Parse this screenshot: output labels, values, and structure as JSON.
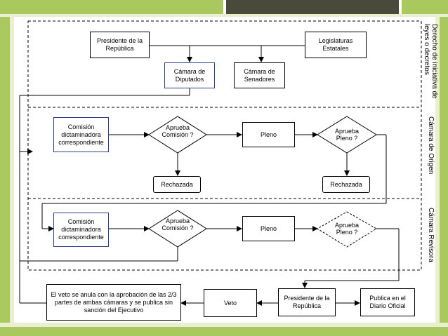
{
  "colors": {
    "frame_green": "#a9c95f",
    "frame_light": "#e9efcf",
    "top_dark": "#4a4a3c",
    "box_blue": "#2c3e8c",
    "line": "#000000"
  },
  "nodes": {
    "presidente_top": "Presidente de la República",
    "legislaturas": "Legislaturas Estatales",
    "camara_diputados": "Cámara de Diputados",
    "camara_senadores": "Cámara de Senadores",
    "comision_1": "Comisión dictaminadora correspondiente",
    "aprueba_comision_1": "Aprueba Comisión ?",
    "pleno_1": "Pleno",
    "aprueba_pleno_1": "Aprueba Pleno ?",
    "rechazada_1": "Rechazada",
    "rechazada_2": "Rechazada",
    "comision_2": "Comisión dictaminadora correspondiente",
    "aprueba_comision_2": "Aprueba Comisión ?",
    "pleno_2": "Pleno",
    "aprueba_pleno_2": "Aprueba Pleno ?",
    "veto_anula": "El veto se anula con la aprobación de las 2/3 partes de ambas cámaras y se publica sin sanción del Ejecutivo",
    "veto": "Veto",
    "presidente_bottom": "Presidente de la República",
    "publica": "Publica en el Diario Oficial"
  },
  "section_labels": {
    "derecho": "Derecho de iniciativa de\nleyes o decretos",
    "origen": "Cámara de Origen",
    "revisora": "Cámara Revisora"
  }
}
